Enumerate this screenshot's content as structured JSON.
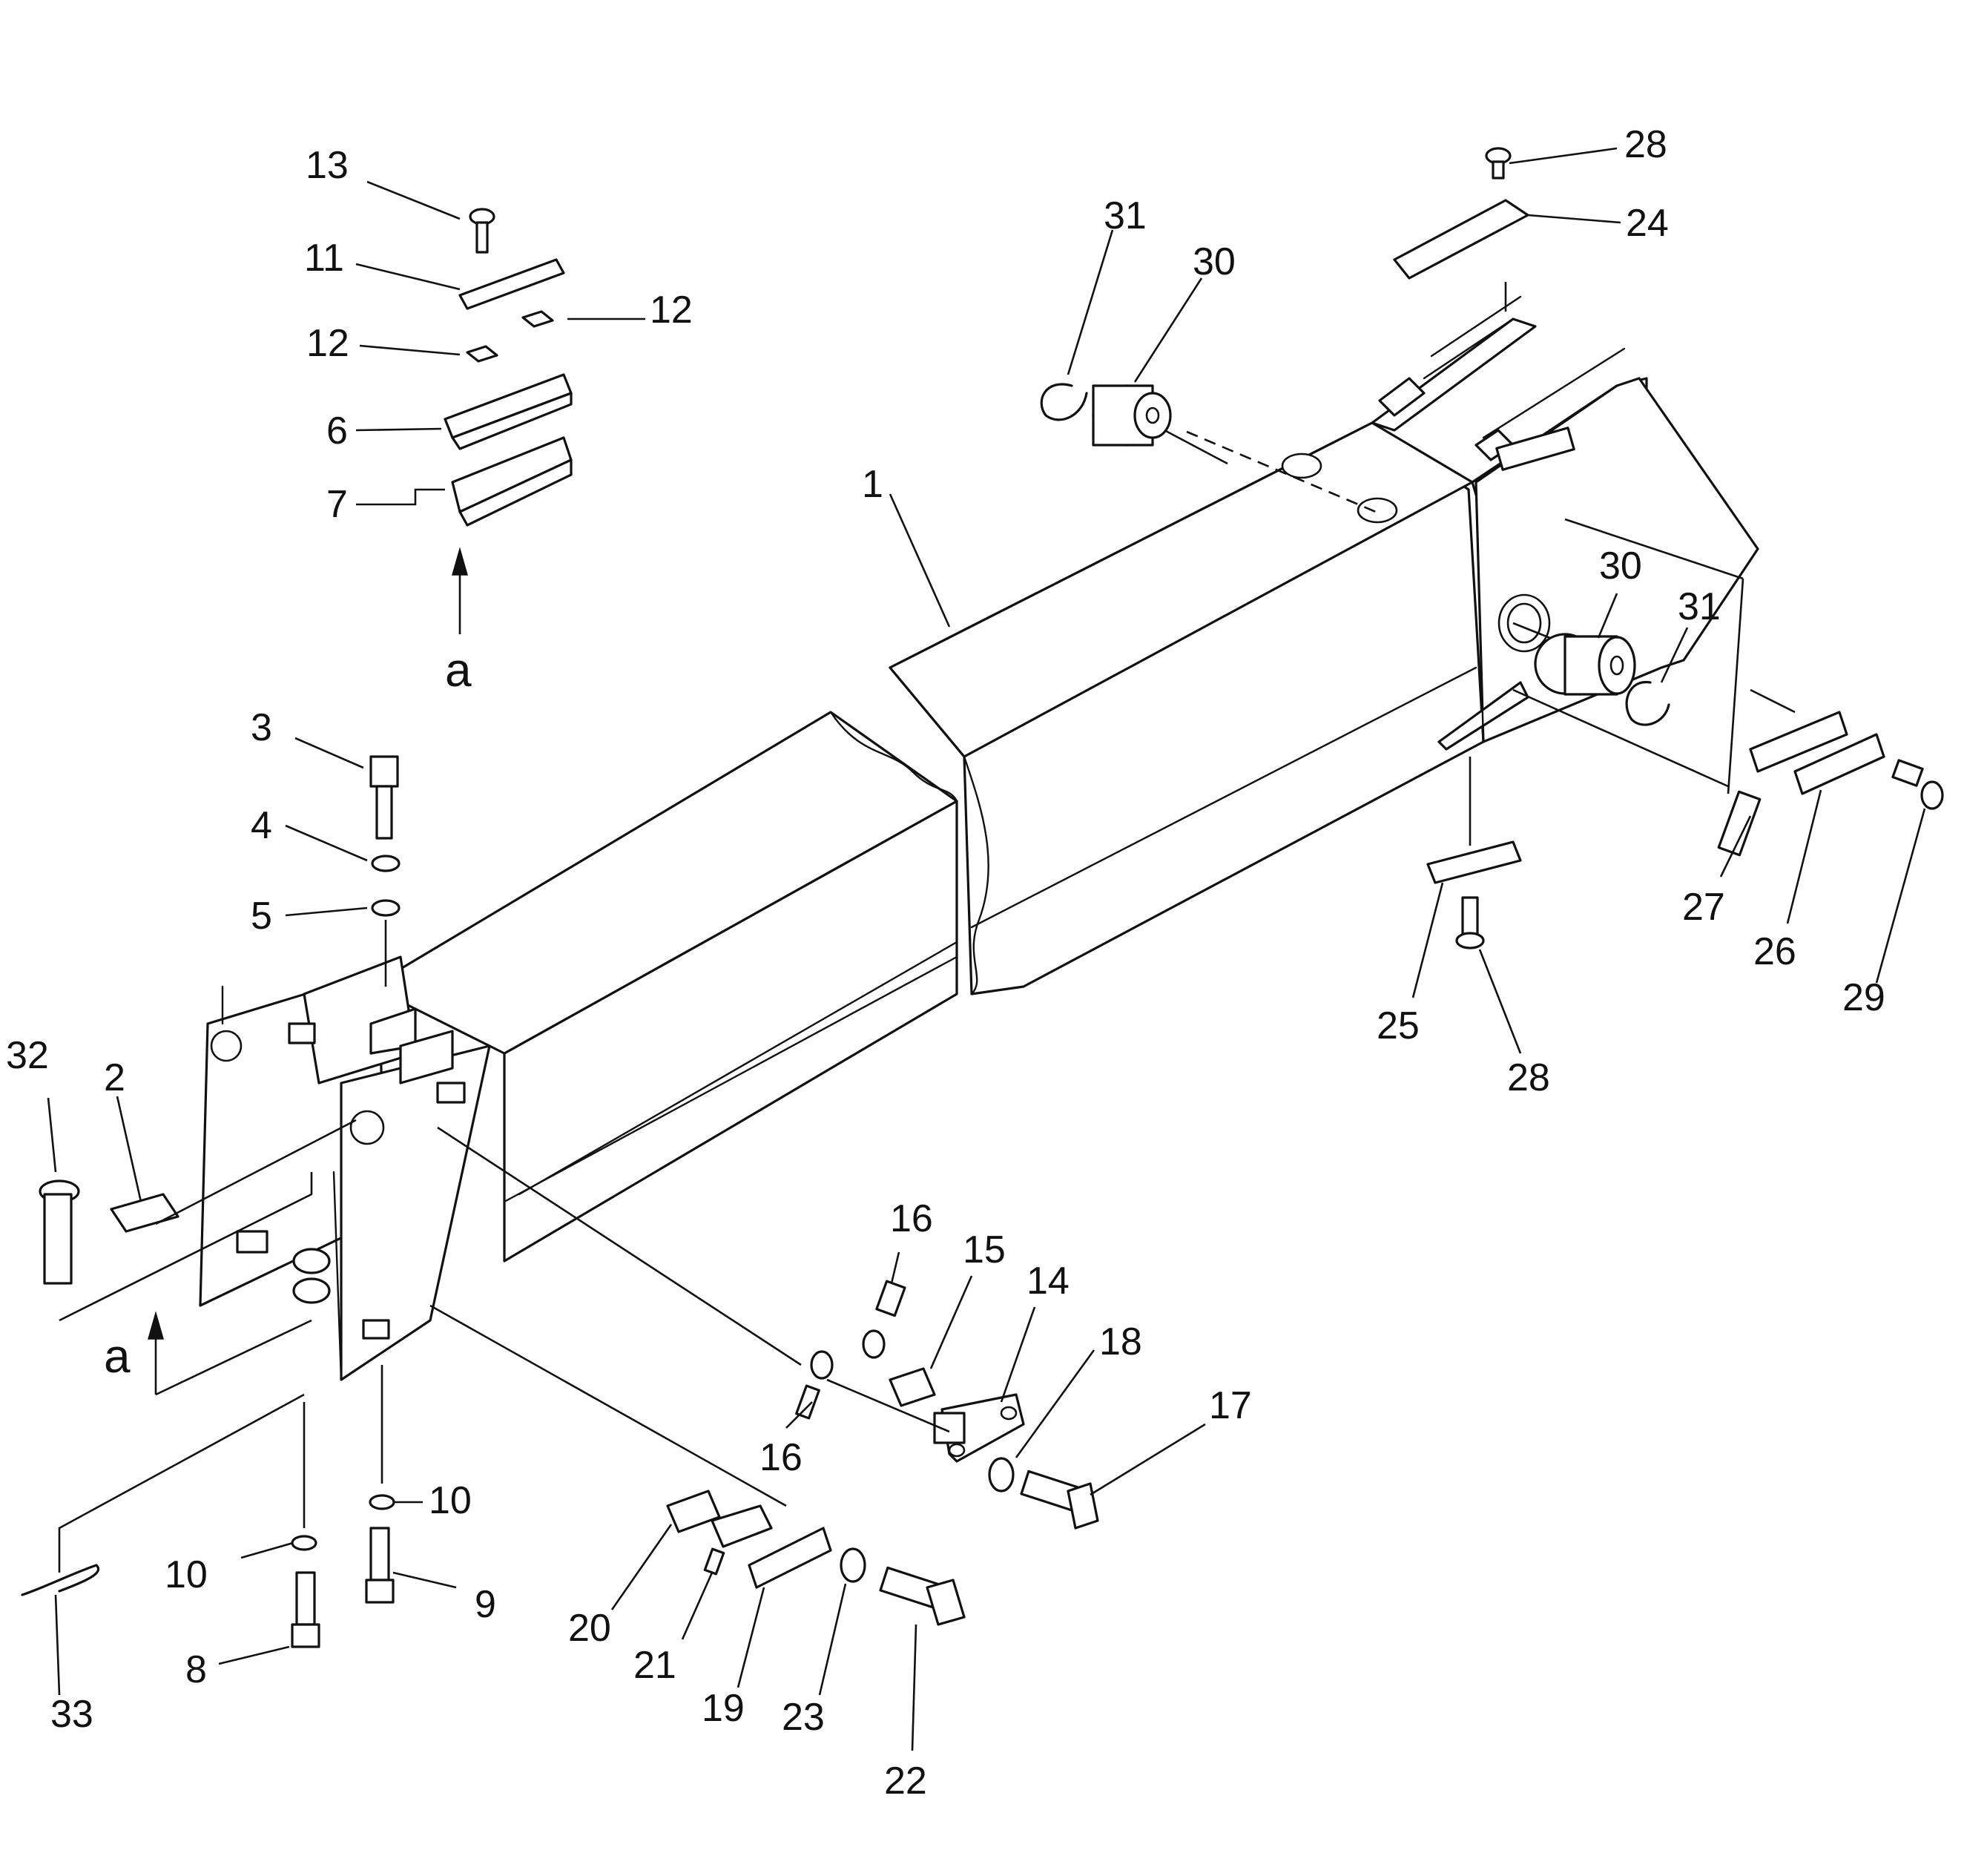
{
  "callouts": {
    "c1": "1",
    "c2": "2",
    "c3": "3",
    "c4": "4",
    "c5": "5",
    "c6": "6",
    "c7": "7",
    "c8": "8",
    "c9": "9",
    "c10a": "10",
    "c10b": "10",
    "c11": "11",
    "c12a": "12",
    "c12b": "12",
    "c13": "13",
    "c14": "14",
    "c15": "15",
    "c16a": "16",
    "c16b": "16",
    "c17": "17",
    "c18": "18",
    "c19": "19",
    "c20": "20",
    "c21": "21",
    "c22": "22",
    "c23": "23",
    "c24": "24",
    "c25": "25",
    "c26": "26",
    "c27": "27",
    "c28a": "28",
    "c28b": "28",
    "c29": "29",
    "c30a": "30",
    "c30b": "30",
    "c31a": "31",
    "c31b": "31",
    "c32": "32",
    "c33": "33"
  },
  "view_markers": {
    "top": "a",
    "bottom": "a"
  },
  "colors": {
    "line": "#111111",
    "background": "#ffffff"
  }
}
